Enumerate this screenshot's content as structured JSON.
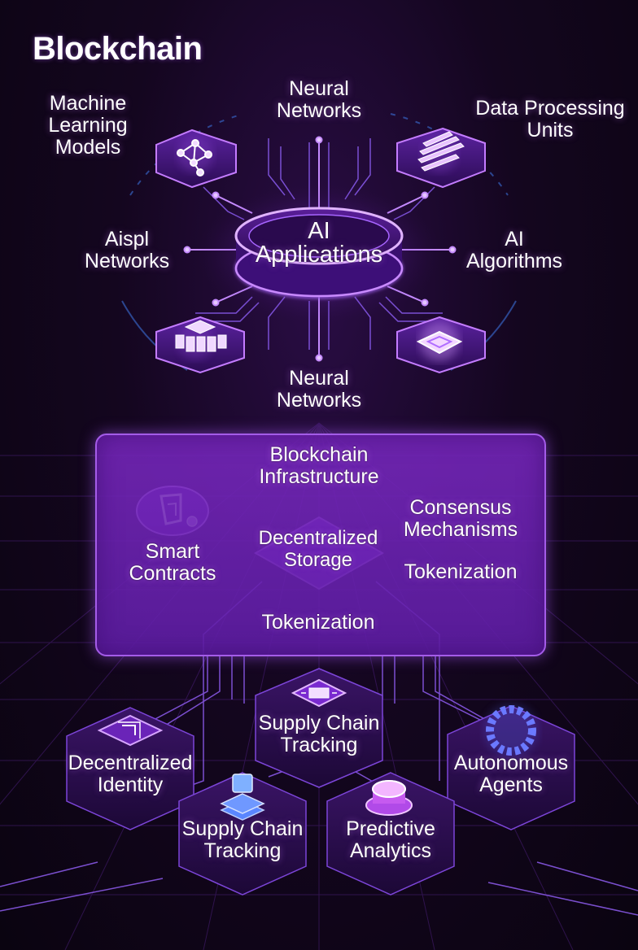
{
  "title": "Blockchain",
  "ai_hub": {
    "center": "AI\nApplications",
    "top": "Neural\nNetworks",
    "top_left": "Machine\nLearning\nModels",
    "top_right": "Data Processing\nUnits",
    "left": "Aispl\nNetworks",
    "right": "AI\nAlgorithms",
    "bottom": "Neural\nNetworks"
  },
  "infrastructure": {
    "title": "Blockchain\nInfrastructure",
    "smart_contracts": "Smart\nContracts",
    "decentralized_storage": "Decentralized\nStorage",
    "consensus": "Consensus\nMechanisms",
    "tokenization_right": "Tokenization",
    "tokenization_bottom": "Tokenization"
  },
  "applications": {
    "decentralized_identity": "Decentralized\nIdentity",
    "supply_chain_top": "Supply Chain\nTracking",
    "autonomous_agents": "Autonomous\nAgents",
    "supply_chain_bottom": "Supply Chain\nTracking",
    "predictive_analytics": "Predictive\nAnalytics"
  },
  "colors": {
    "accent": "#a855f7",
    "glow": "#c77dff",
    "panel": "#6a22b0",
    "background": "#12061c"
  }
}
